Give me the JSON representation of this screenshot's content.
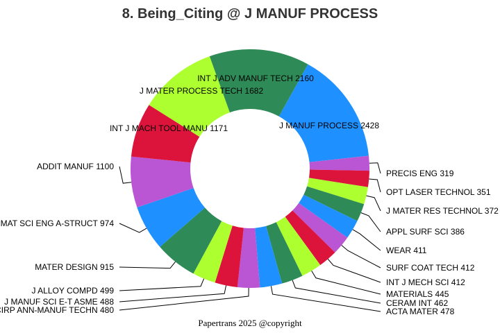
{
  "chart_data": {
    "type": "pie",
    "donut": true,
    "title": "8. Being_Citing @ J MANUF PROCESS",
    "footer": "Papertrans 2025 @copyright",
    "start_angle_deg": 29,
    "slices": [
      {
        "label": "J MANUF PROCESS",
        "value": 2428,
        "color": "#1e90ff"
      },
      {
        "label": "PRECIS ENG",
        "value": 319,
        "color": "#ba55d3"
      },
      {
        "label": "OPT LASER TECHNOL",
        "value": 351,
        "color": "#dc143c"
      },
      {
        "label": "J MATER RES TECHNOL",
        "value": 372,
        "color": "#adff2f"
      },
      {
        "label": "APPL SURF SCI",
        "value": 386,
        "color": "#2e8b57"
      },
      {
        "label": "WEAR",
        "value": 411,
        "color": "#1e90ff"
      },
      {
        "label": "SURF COAT TECH",
        "value": 412,
        "color": "#ba55d3"
      },
      {
        "label": "INT J MECH SCI",
        "value": 412,
        "color": "#dc143c"
      },
      {
        "label": "MATERIALS",
        "value": 445,
        "color": "#adff2f"
      },
      {
        "label": "CERAM INT",
        "value": 462,
        "color": "#2e8b57"
      },
      {
        "label": "ACTA MATER",
        "value": 478,
        "color": "#1e90ff"
      },
      {
        "label": "CIRP ANN-MANUF TECHN",
        "value": 480,
        "color": "#ba55d3"
      },
      {
        "label": "J MANUF SCI E-T ASME",
        "value": 488,
        "color": "#dc143c"
      },
      {
        "label": "J ALLOY COMPD",
        "value": 499,
        "color": "#adff2f"
      },
      {
        "label": "MATER DESIGN",
        "value": 915,
        "color": "#2e8b57"
      },
      {
        "label": "MAT SCI ENG A-STRUCT",
        "value": 974,
        "color": "#1e90ff"
      },
      {
        "label": "ADDIT MANUF",
        "value": 1100,
        "color": "#ba55d3"
      },
      {
        "label": "INT J MACH TOOL MANU",
        "value": 1171,
        "color": "#dc143c"
      },
      {
        "label": "J MATER PROCESS TECH",
        "value": 1682,
        "color": "#adff2f"
      },
      {
        "label": "INT J ADV MANUF TECH",
        "value": 2160,
        "color": "#2e8b57"
      }
    ]
  }
}
